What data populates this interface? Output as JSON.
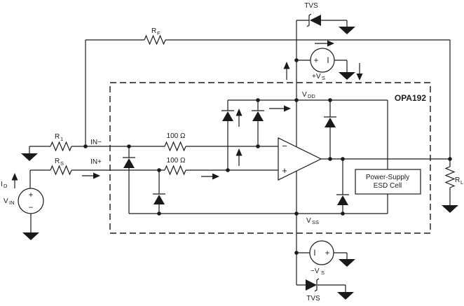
{
  "device": {
    "name": "OPA192"
  },
  "esd_cell": {
    "line1": "Power-Supply",
    "line2": "ESD Cell"
  },
  "labels": {
    "tvs_top": "TVS",
    "tvs_bottom": "TVS",
    "in_minus": "IN−",
    "in_plus": "IN+",
    "r100_top": "100 Ω",
    "r100_bottom": "100 Ω"
  },
  "refs": {
    "rf": {
      "base": "R",
      "sub": "F"
    },
    "r1": {
      "base": "R",
      "sub": "1"
    },
    "rs": {
      "base": "R",
      "sub": "S"
    },
    "rl": {
      "base": "R",
      "sub": "L"
    },
    "vdd": {
      "base": "V",
      "sub": "DD"
    },
    "vss": {
      "base": "V",
      "sub": "SS"
    },
    "vin": {
      "base": "V",
      "sub": "IN"
    },
    "id": {
      "base": "I",
      "sub": "D"
    },
    "plus_vs": {
      "base": "+V",
      "sub": "S"
    },
    "minus_vs": {
      "base": "−V",
      "sub": "S"
    }
  },
  "symbols": {
    "plus": "+",
    "minus": "−",
    "current_source": "I"
  },
  "colors": {
    "stroke": "#1a1a1a",
    "background": "#ffffff"
  }
}
